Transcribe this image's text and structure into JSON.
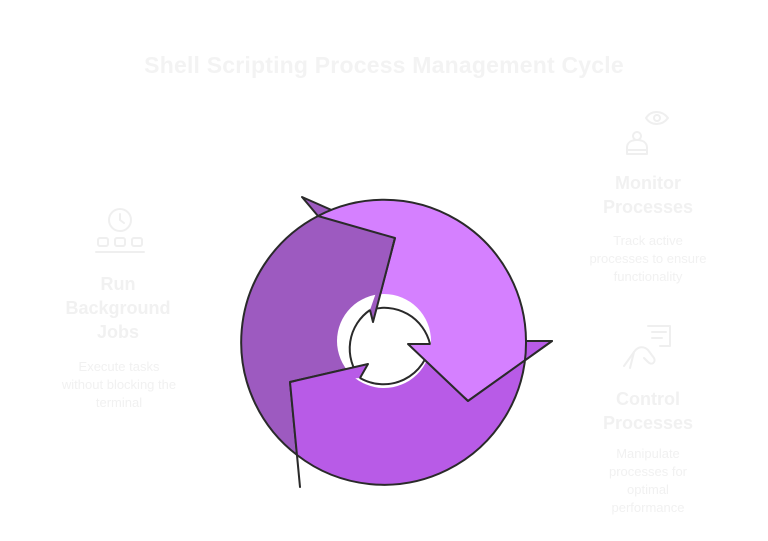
{
  "title": "Shell Scripting Process Management Cycle",
  "stages": [
    {
      "title": "Monitor\nProcesses",
      "description": "Track active\nprocesses to ensure\nfunctionality",
      "icon": "monitor-eye-icon"
    },
    {
      "title": "Control\nProcesses",
      "description": "Manipulate\nprocesses for\noptimal\nperformance",
      "icon": "control-hand-icon"
    },
    {
      "title": "Run\nBackground\nJobs",
      "description": "Execute tasks\nwithout blocking the\nterminal",
      "icon": "background-jobs-icon"
    }
  ],
  "colors": {
    "segment_top_right": "#d580ff",
    "segment_bottom": "#b85be7",
    "segment_left": "#9d5ac0",
    "outline": "#2a2a2a",
    "faint_text": "#f1f1f1"
  }
}
